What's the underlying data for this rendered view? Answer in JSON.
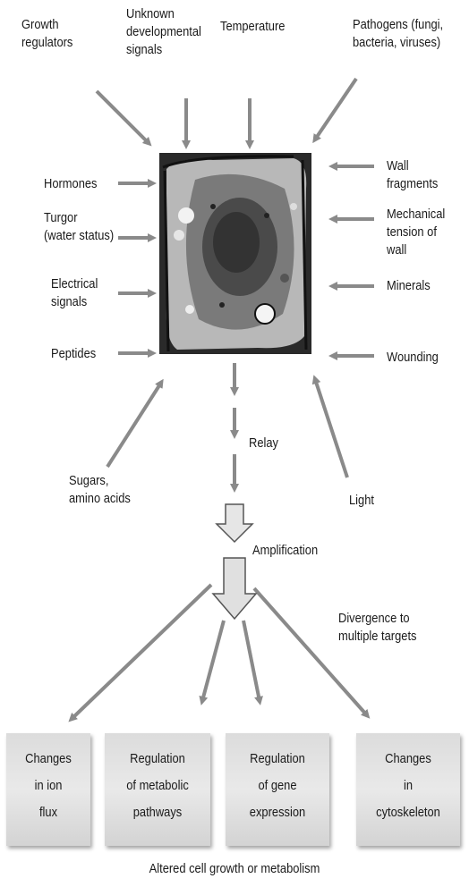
{
  "inputs": {
    "growth_regulators": "Growth\nregulators",
    "unknown_signals": "Unknown\ndevelopmental\nsignals",
    "temperature": "Temperature",
    "pathogens": "Pathogens (fungi,\nbacteria, viruses)",
    "hormones": "Hormones",
    "turgor": "Turgor\n(water status)",
    "electrical": "Electrical\nsignals",
    "peptides": "Peptides",
    "wall_fragments": "Wall fragments",
    "mechanical": "Mechanical\ntension of wall",
    "minerals": "Minerals",
    "wounding": "Wounding",
    "sugars": "Sugars,\namino acids",
    "light": "Light"
  },
  "steps": {
    "relay": "Relay",
    "amplification": "Amplification",
    "divergence": "Divergence to\nmultiple targets"
  },
  "outputs": [
    "Changes\nin ion\nflux",
    "Regulation\nof metabolic\npathways",
    "Regulation\nof gene\nexpression",
    "Changes\nin\ncytoskeleton"
  ],
  "caption": "Altered cell growth or metabolism",
  "colors": {
    "arrow": "#8a8a8a",
    "box": "#e2e2e2",
    "text": "#1a1a1a"
  }
}
